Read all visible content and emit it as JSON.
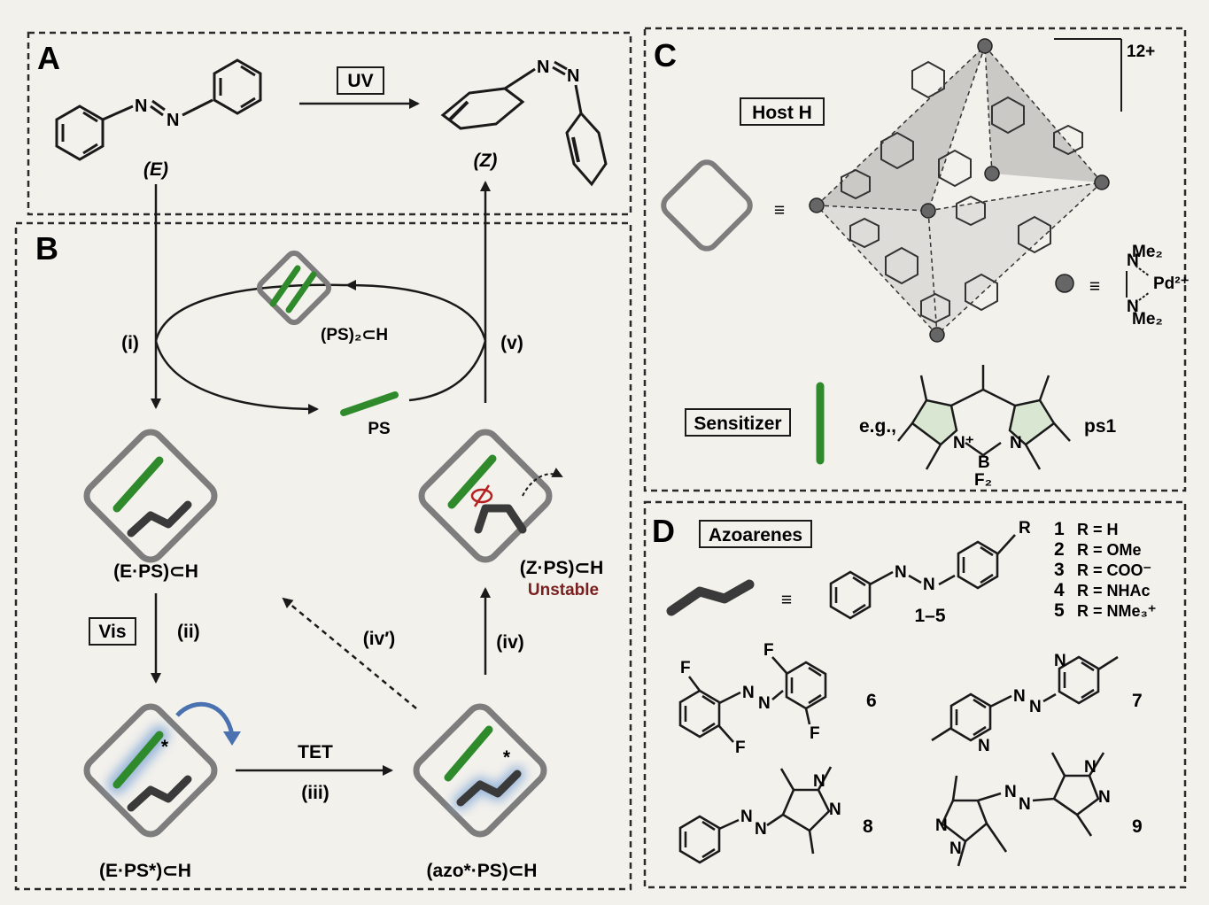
{
  "panel_a": {
    "letter": "A",
    "label_e": "(E)",
    "label_z": "(Z)",
    "uv_box": "UV",
    "n_atom": "N"
  },
  "panel_b": {
    "letter": "B",
    "step_i": "(i)",
    "step_ii": "(ii)",
    "step_iii": "(iii)",
    "step_iv": "(iv)",
    "step_iv_prime": "(iv′)",
    "step_v": "(v)",
    "ps_label": "PS",
    "ps2_host": "(PS)₂⊂H",
    "e_ps_host": "(E·PS)⊂H",
    "z_ps_host": "(Z·PS)⊂H",
    "unstable": "Unstable",
    "vis_box": "Vis",
    "tet": "TET",
    "e_ps_star_host": "(E·PS*)⊂H",
    "azo_star_host": "(azo*·PS)⊂H",
    "star": "*"
  },
  "panel_c": {
    "letter": "C",
    "host_box": "Host H",
    "charge": "12+",
    "equiv": "≡",
    "pd_label": "Pd²⁺",
    "me2": "Me₂",
    "n_atom": "N",
    "sensitizer_box": "Sensitizer",
    "eg": "e.g.,",
    "ps1": "ps1",
    "bf2": "F₂",
    "b_atom": "B",
    "n_plus": "N⁺"
  },
  "panel_d": {
    "letter": "D",
    "azo_box": "Azoarenes",
    "r_atom": "R",
    "range": "1–5",
    "equiv": "≡",
    "compounds": [
      {
        "num": "1",
        "r": "R = H"
      },
      {
        "num": "2",
        "r": "R = OMe"
      },
      {
        "num": "3",
        "r": "R = COO⁻"
      },
      {
        "num": "4",
        "r": "R = NHAc"
      },
      {
        "num": "5",
        "r": "R = NMe₃⁺"
      }
    ],
    "num6": "6",
    "num7": "7",
    "num8": "8",
    "num9": "9",
    "f_atom": "F",
    "n_atom": "N"
  },
  "colors": {
    "green_ps": "#2f8a2c",
    "host_gray": "#7d7d7d",
    "azo_dark": "#3a3a3a",
    "glow_blue": "#8fb0d8",
    "unstable_red": "#7a1f1f"
  }
}
